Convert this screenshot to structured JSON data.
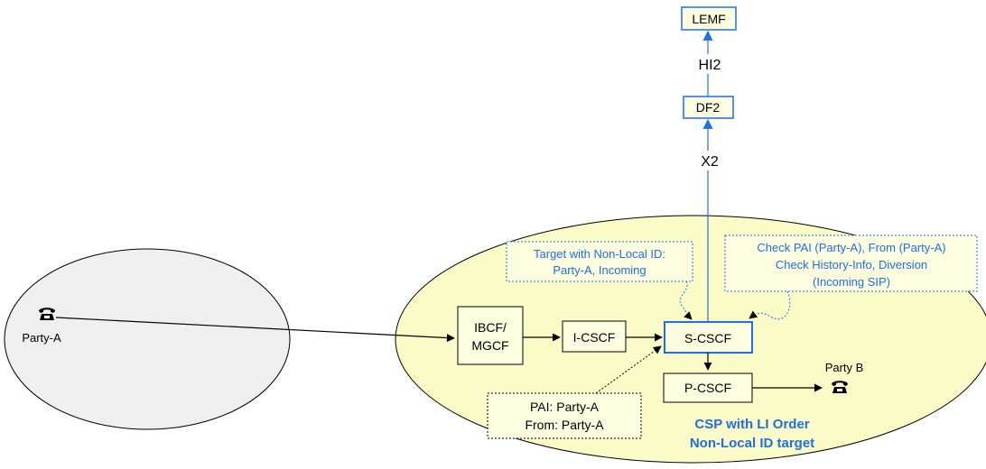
{
  "nodes": {
    "lemf": "LEMF",
    "df2": "DF2",
    "ibcf_line1": "IBCF/",
    "ibcf_line2": "MGCF",
    "icscf": "I-CSCF",
    "scscf": "S-CSCF",
    "pcscf": "P-CSCF"
  },
  "interfaces": {
    "hi2": "HI2",
    "x2": "X2"
  },
  "parties": {
    "a": "Party-A",
    "b": "Party B"
  },
  "notes": {
    "target_line1": "Target with Non-Local ID:",
    "target_line2": "Party-A, Incoming",
    "check_line1": "Check PAI (Party-A), From (Party-A)",
    "check_line2": "Check History-Info, Diversion",
    "check_line3": "(Incoming SIP)",
    "pai_line1": "PAI: Party-A",
    "pai_line2": "From: Party-A"
  },
  "network": {
    "csp_line1": "CSP with LI Order",
    "csp_line2": "Non-Local ID target"
  },
  "colors": {
    "accent_blue": "#1f6fe0",
    "csp_fill": "#fbfbc8",
    "origin_fill": "#efefef",
    "node_fill": "#fdfde0"
  },
  "icons": {
    "phone": "telephone-icon"
  }
}
